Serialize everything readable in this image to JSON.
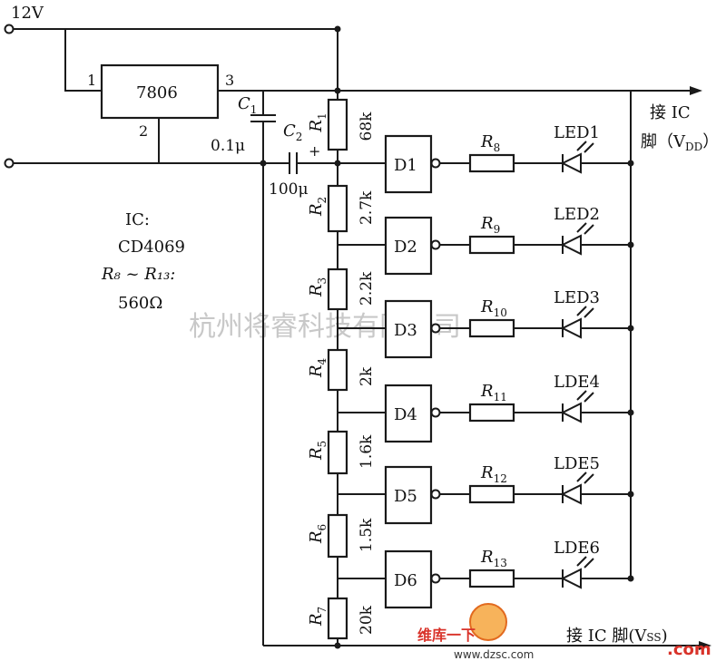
{
  "input": {
    "voltage": "12V"
  },
  "regulator": {
    "label": "7806",
    "pin1": "1",
    "pin2": "2",
    "pin3": "3"
  },
  "c1": {
    "name": "C",
    "sub": "1",
    "value": "0.1μ"
  },
  "c2": {
    "name": "C",
    "sub": "2",
    "value": "100μ",
    "polarity": "+"
  },
  "ic_info": {
    "label": "IC:",
    "part": "CD4069",
    "range": "R₈ ~ R₁₃:",
    "value": "560Ω"
  },
  "divider": [
    {
      "name": "R",
      "sub": "1",
      "value": "68k"
    },
    {
      "name": "R",
      "sub": "2",
      "value": "2.7k"
    },
    {
      "name": "R",
      "sub": "3",
      "value": "2.2k"
    },
    {
      "name": "R",
      "sub": "4",
      "value": "2k"
    },
    {
      "name": "R",
      "sub": "5",
      "value": "1.6k"
    },
    {
      "name": "R",
      "sub": "6",
      "value": "1.5k"
    },
    {
      "name": "R",
      "sub": "7",
      "value": "20k"
    }
  ],
  "stages": [
    {
      "gate": "D1",
      "resistor": "R",
      "resistor_sub": "8",
      "led": "LED1"
    },
    {
      "gate": "D2",
      "resistor": "R",
      "resistor_sub": "9",
      "led": "LED2"
    },
    {
      "gate": "D3",
      "resistor": "R",
      "resistor_sub": "10",
      "led": "LED3"
    },
    {
      "gate": "D4",
      "resistor": "R",
      "resistor_sub": "11",
      "led": "LDE4"
    },
    {
      "gate": "D5",
      "resistor": "R",
      "resistor_sub": "12",
      "led": "LDE5"
    },
    {
      "gate": "D6",
      "resistor": "R",
      "resistor_sub": "13",
      "led": "LDE6"
    }
  ],
  "outputs": {
    "vdd_line1": "接 IC",
    "vdd_line2": "脚（V",
    "vdd_sub": "DD",
    "vdd_close": "）",
    "vss_line": "接 IC 脚(V",
    "vss_sub": "SS",
    "vss_close": ")"
  },
  "watermark": "杭州将睿科技有限公司",
  "logo": {
    "slogan": "维库一下",
    "url": "www.dzsc.com",
    "com": ".com"
  }
}
